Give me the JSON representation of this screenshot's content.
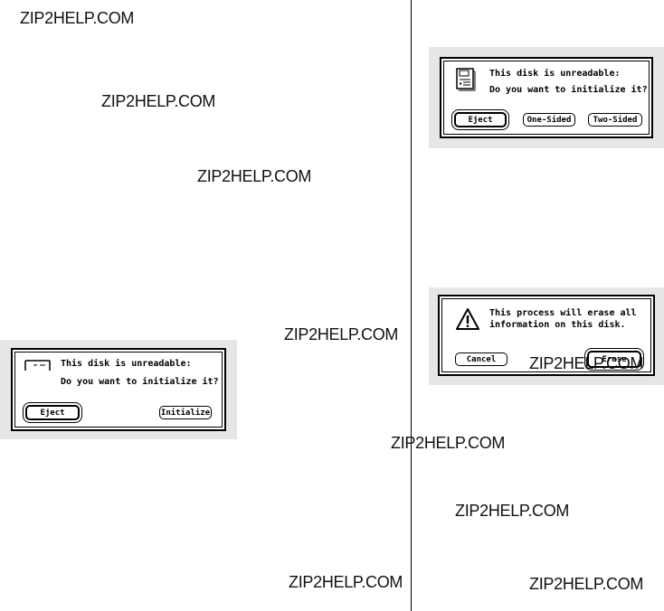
{
  "watermarks": [
    "ZIP2HELP.COM",
    "ZIP2HELP.COM",
    "ZIP2HELP.COM",
    "ZIP2HELP.COM",
    "ZIP2HELP.COM",
    "ZIP2HELP.COM",
    "ZIP2HELP.COM",
    "ZIP2HELP.COM",
    "ZIP2HELP.COM"
  ],
  "dialog_one_sided": {
    "line1": "This disk is unreadable:",
    "line2": "Do you want to initialize it?",
    "eject_label": "Eject",
    "one_sided_label": "One-Sided",
    "two_sided_label": "Two-Sided",
    "icon": "disk-icon"
  },
  "dialog_initialize": {
    "line1": "This disk is unreadable:",
    "line2": "Do you want to initialize it?",
    "eject_label": "Eject",
    "initialize_label": "Initialize",
    "icon": "disk-icon"
  },
  "dialog_erase": {
    "line1": "This process will erase all",
    "line2": "information on this disk.",
    "cancel_label": "Cancel",
    "erase_label": "Erase",
    "icon": "warning-icon"
  }
}
